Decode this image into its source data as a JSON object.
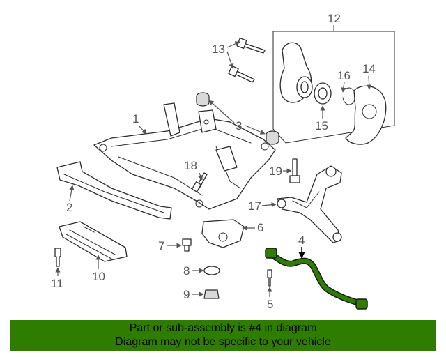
{
  "callouts": [
    "1",
    "2",
    "3",
    "4",
    "5",
    "6",
    "7",
    "8",
    "9",
    "10",
    "11",
    "12",
    "13",
    "14",
    "15",
    "16",
    "17",
    "18",
    "19"
  ],
  "highlight": {
    "part": "4",
    "color": "#2e7d00"
  },
  "banner": {
    "line1": "Part or sub-assembly is #4 in diagram",
    "line2": "Diagram may not be specific to your vehicle",
    "color": "#2e7d00"
  }
}
